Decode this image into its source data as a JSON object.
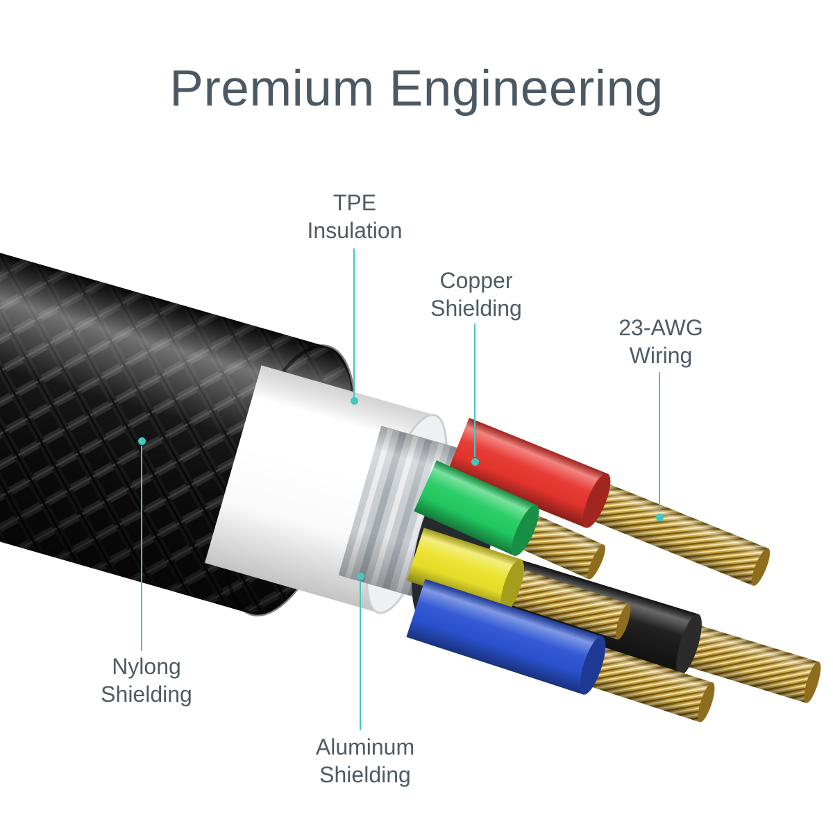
{
  "title": "Premium Engineering",
  "callouts": [
    {
      "id": "tpe-insulation",
      "label": "TPE\nInsulation"
    },
    {
      "id": "copper-shielding",
      "label": "Copper\nShielding"
    },
    {
      "id": "awg-wiring",
      "label": "23-AWG\nWiring"
    },
    {
      "id": "nylon-shielding",
      "label": "Nylong\nShielding"
    },
    {
      "id": "aluminum-shielding",
      "label": "Aluminum\nShielding"
    }
  ],
  "colors": {
    "accent_teal": "#3ec9c1",
    "text_gray": "#4f5b64",
    "title_gray": "#4c5963",
    "wire_red": "#e8352e",
    "wire_green": "#23cd62",
    "wire_yellow": "#ece32a",
    "wire_blue": "#2b54d4",
    "wire_black": "#191919",
    "copper_gold": "#c8a23e",
    "shield_silver": "#c9ced3",
    "insulation_white": "#ffffff"
  }
}
